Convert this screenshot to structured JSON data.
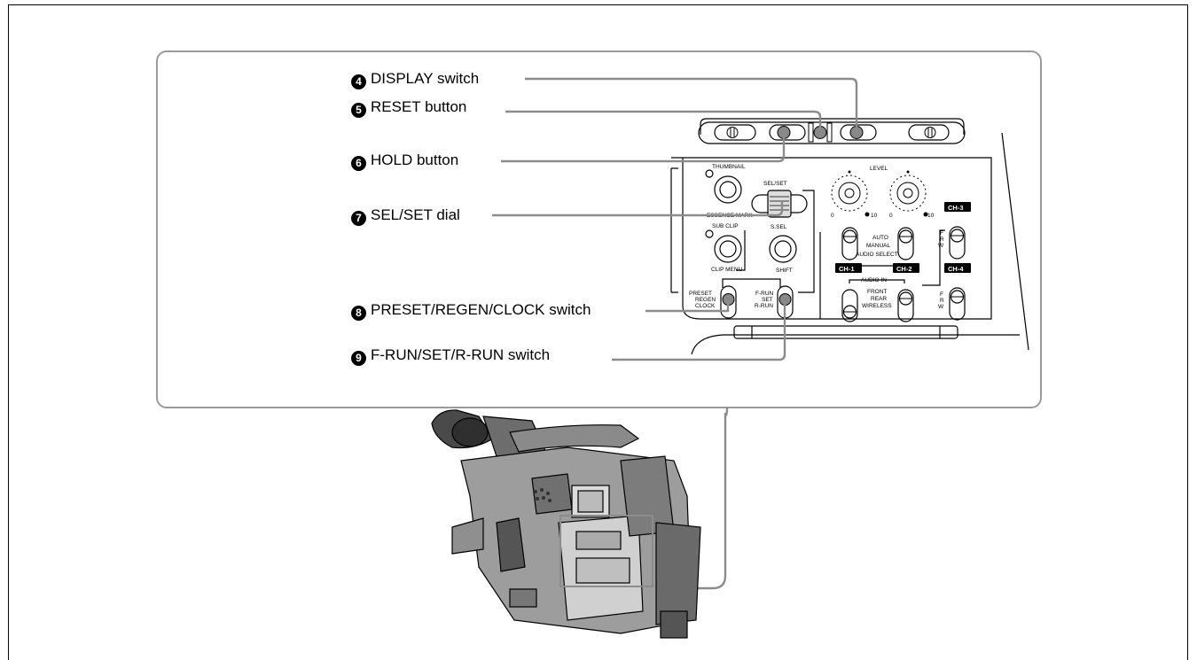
{
  "callouts": [
    {
      "num": "4",
      "label": "DISPLAY switch"
    },
    {
      "num": "5",
      "label": "RESET button"
    },
    {
      "num": "6",
      "label": "HOLD button"
    },
    {
      "num": "7",
      "label": "SEL/SET dial"
    },
    {
      "num": "8",
      "label": "PRESET/REGEN/CLOCK switch"
    },
    {
      "num": "9",
      "label": "F-RUN/SET/R-RUN switch"
    }
  ],
  "panel": {
    "thumbnail": "THUMBNAIL",
    "essence_mark": "ESSENCE MARK",
    "sub_clip": "SUB CLIP",
    "clip_menu": "CLIP MENU",
    "sel_set": "SEL/SET",
    "s_sel": "S.SEL",
    "shift": "SHIFT",
    "level": "LEVEL",
    "scale_min": "0",
    "scale_max": "10",
    "auto": "AUTO",
    "manual": "MANUAL",
    "audio_select": "AUDIO SELECT",
    "audio_in": "AUDIO IN",
    "front": "FRONT",
    "rear": "REAR",
    "wireless": "WIRELESS",
    "ch1": "CH-1",
    "ch2": "CH-2",
    "ch3": "CH-3",
    "ch4": "CH-4",
    "f": "F",
    "r": "R",
    "w": "W",
    "preset": "PRESET",
    "regen": "REGEN",
    "clock": "CLOCK",
    "f_run": "F-RUN",
    "set": "SET",
    "r_run": "R-RUN"
  },
  "colors": {
    "leader": "#8c8c8c",
    "frame": "#9a9a9a",
    "badge": "#000000"
  }
}
